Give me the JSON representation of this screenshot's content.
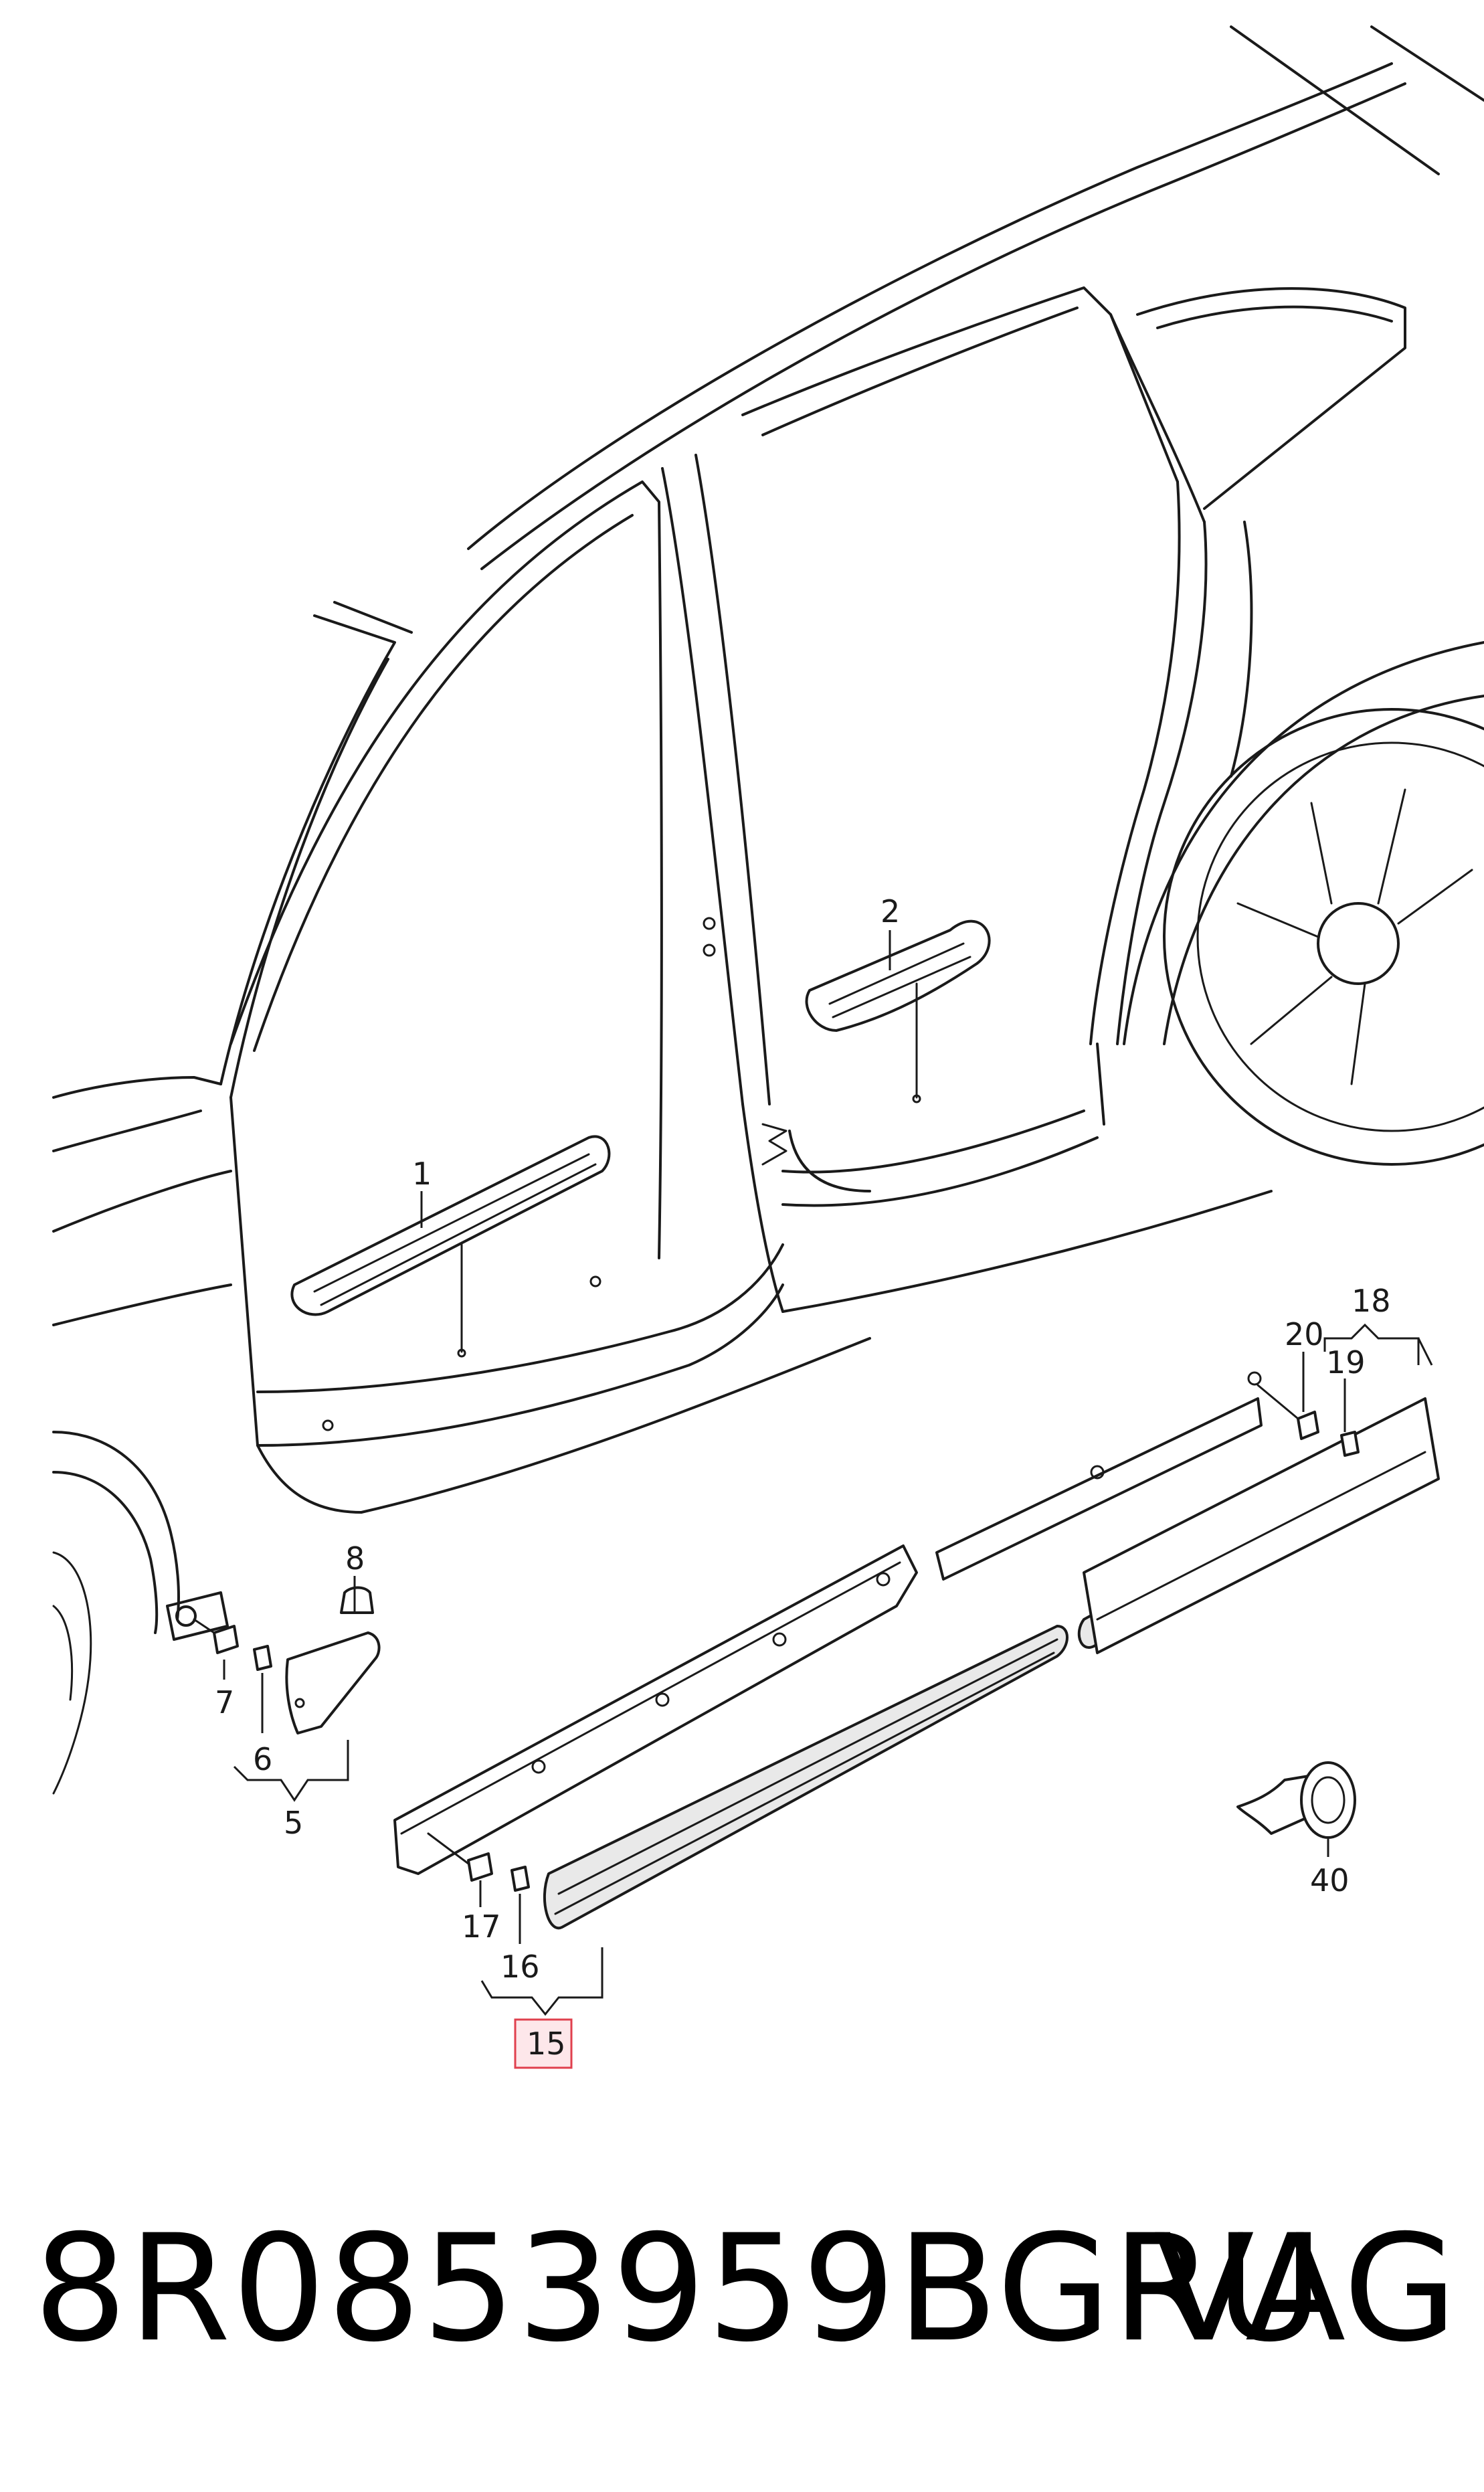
{
  "diagram": {
    "callouts": [
      "1",
      "2",
      "5",
      "6",
      "7",
      "8",
      "15",
      "16",
      "17",
      "18",
      "19",
      "20",
      "40"
    ],
    "highlighted_callout": "15",
    "highlight_color": "#e0404e"
  },
  "footer": {
    "part_number": "8R0853959BGRU",
    "brand": "VAG"
  }
}
